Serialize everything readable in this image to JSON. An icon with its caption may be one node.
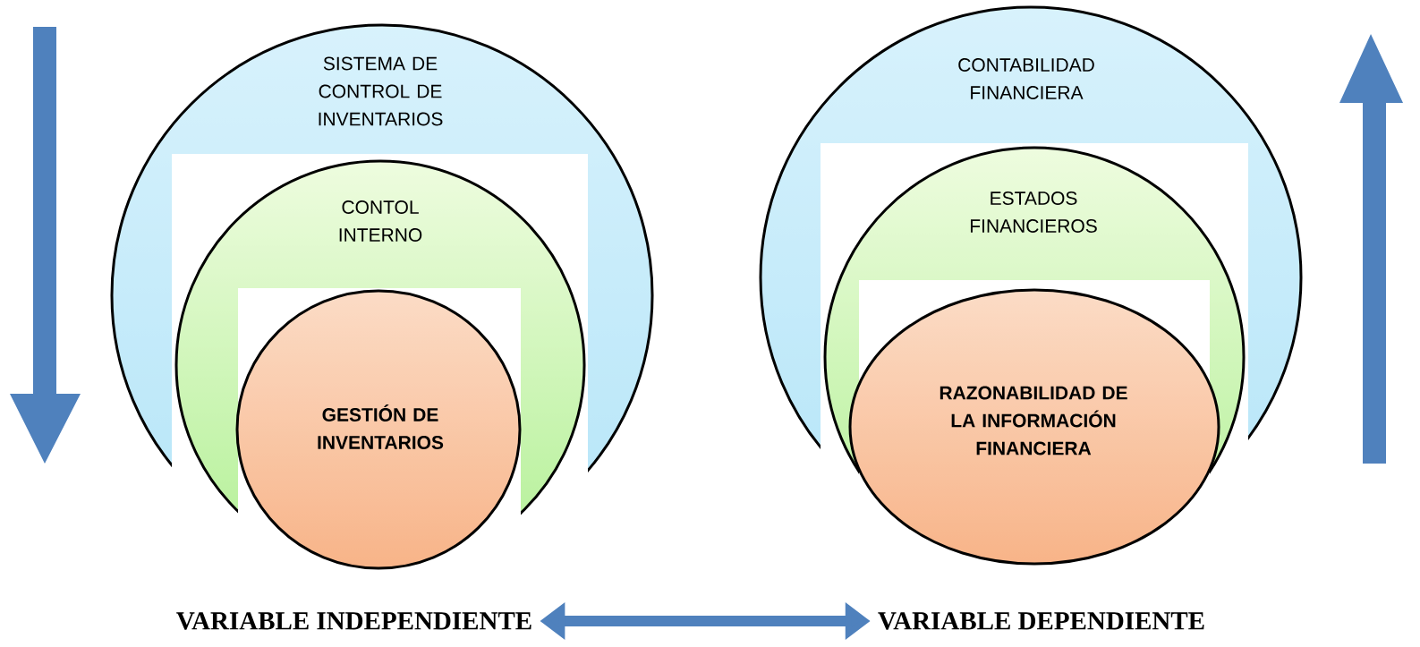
{
  "diagram": {
    "nodes": [
      {
        "text": [
          "SISTEMA DE CONTROL DE INVENTARIOS"
        ]
      },
      {
        "text": [
          "CONTOL INTERNO"
        ],
        "in": 0
      },
      {
        "text": [
          "GESTIÓN DE INVENTARIOS"
        ],
        "in": 1
      },
      {
        "text": [
          "CONTABILIDAD FINANCIERA"
        ]
      },
      {
        "text": [
          "ESTADOS FINANCIEROS"
        ],
        "in": 3
      },
      {
        "text": [
          "RAZONABILIDAD DE LA INFORMACIÓN FINANCIERA"
        ],
        "in": 4
      },
      {
        "text": [
          "VARIABLE INDEPENDIENTE"
        ]
      },
      {
        "text": [
          "VARIABLE DEPENDIENTE"
        ]
      }
    ],
    "edges": [
      {
        "from": 6,
        "to": 7,
        "arrow": "both"
      }
    ]
  }
}
